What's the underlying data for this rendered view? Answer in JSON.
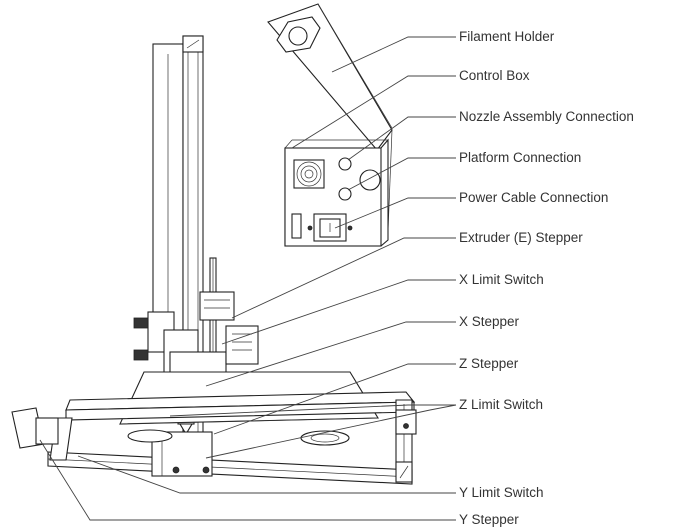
{
  "labels": [
    {
      "id": "filament-holder",
      "text": "Filament Holder"
    },
    {
      "id": "control-box",
      "text": "Control Box"
    },
    {
      "id": "nozzle-assembly-connection",
      "text": "Nozzle Assembly Connection"
    },
    {
      "id": "platform-connection",
      "text": "Platform Connection"
    },
    {
      "id": "power-cable-connection",
      "text": "Power Cable Connection"
    },
    {
      "id": "extruder-stepper",
      "text": "Extruder (E) Stepper"
    },
    {
      "id": "x-limit-switch",
      "text": "X Limit Switch"
    },
    {
      "id": "x-stepper",
      "text": "X Stepper"
    },
    {
      "id": "z-stepper",
      "text": "Z Stepper"
    },
    {
      "id": "z-limit-switch",
      "text": "Z Limit Switch"
    },
    {
      "id": "y-limit-switch",
      "text": "Y Limit Switch"
    },
    {
      "id": "y-stepper",
      "text": "Y Stepper"
    }
  ]
}
